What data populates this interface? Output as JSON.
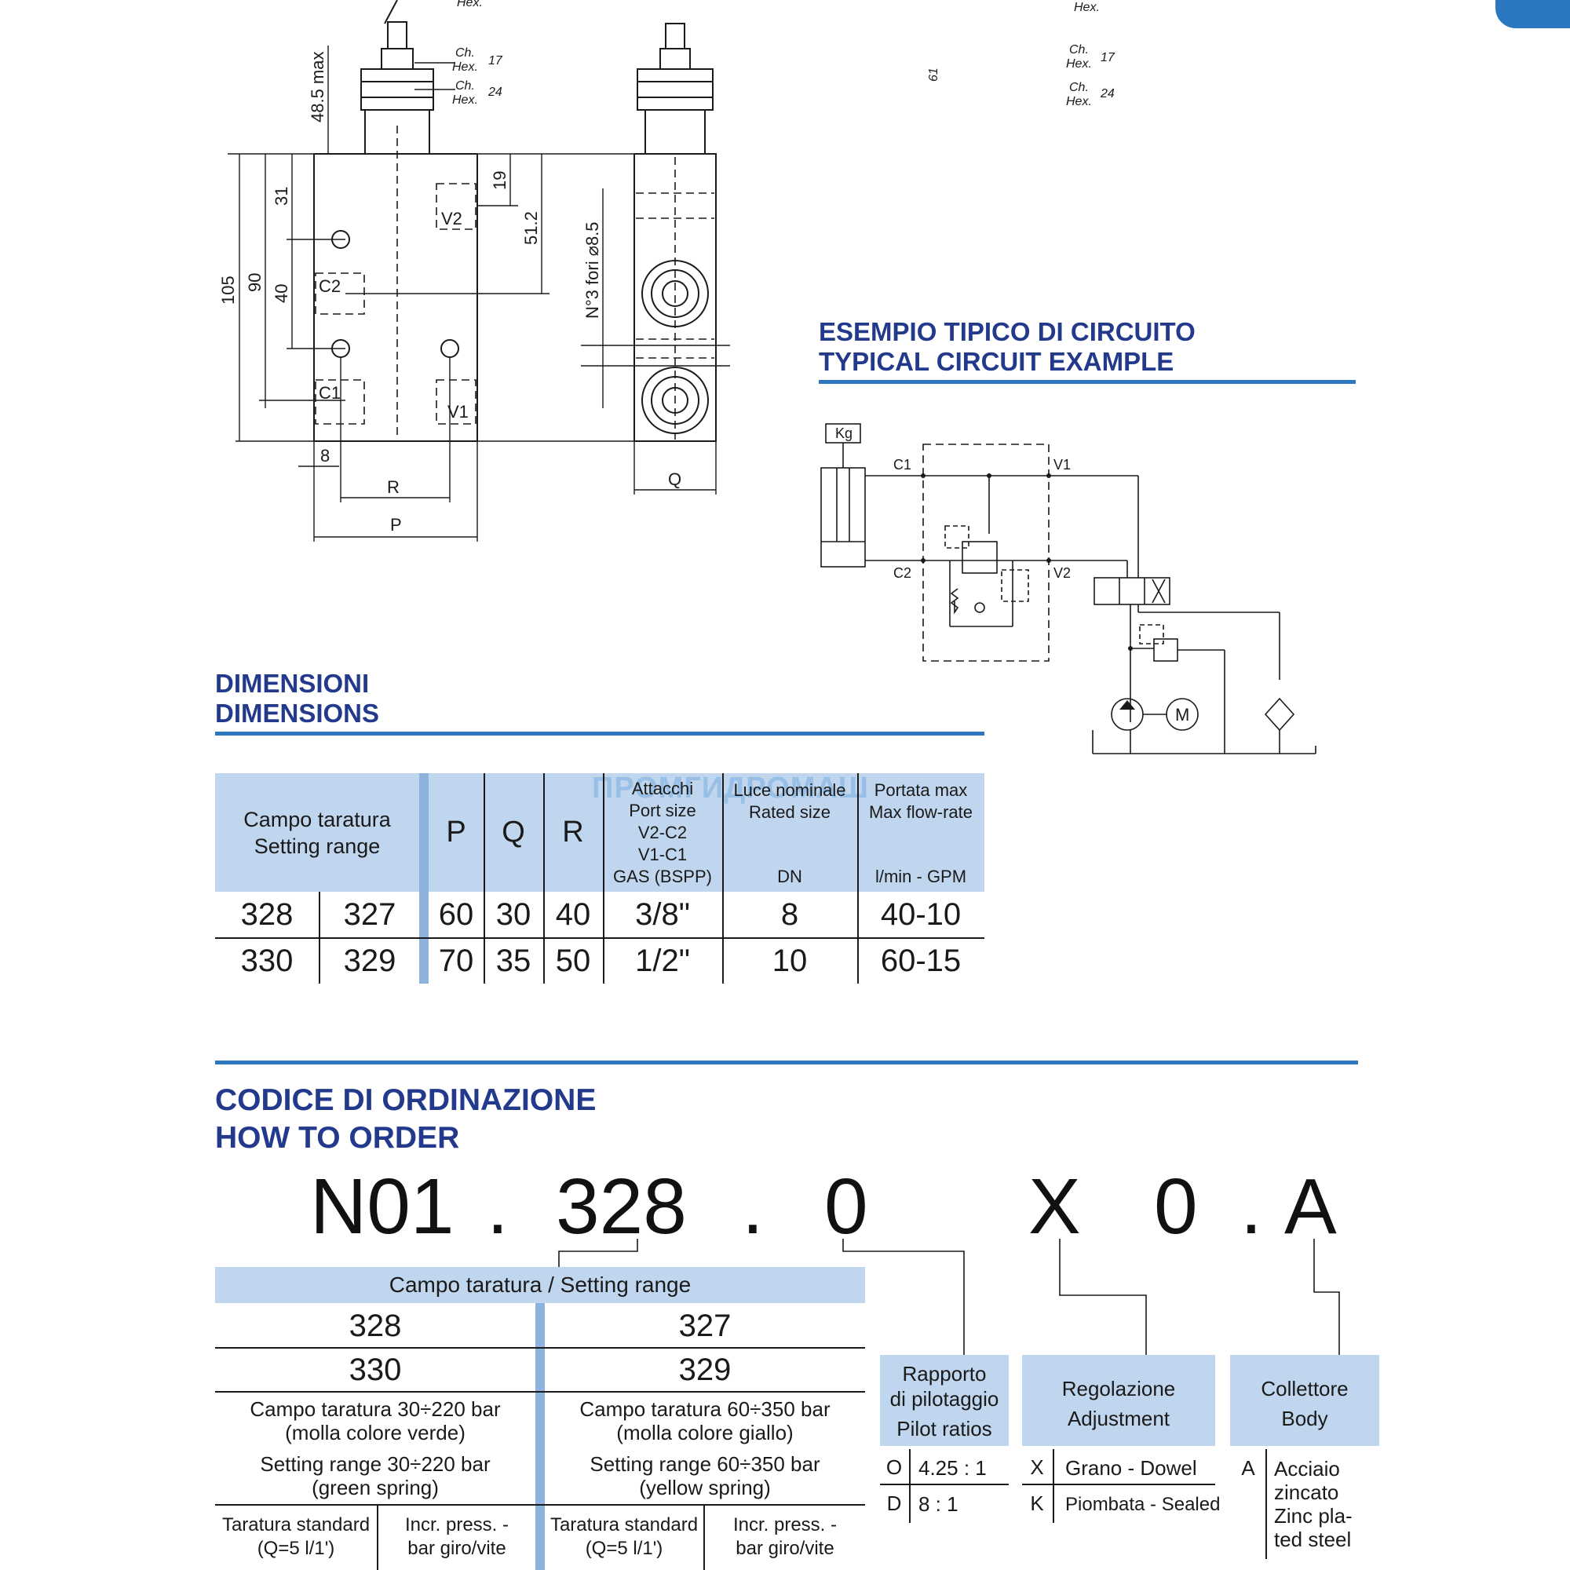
{
  "drawing": {
    "hex_label": "Hex.",
    "hex_partial": "Hex.",
    "ch_label": "Ch.",
    "hex17": "17",
    "hex24": "24",
    "max_height": "48.5 max",
    "dim_105": "105",
    "dim_90": "90",
    "dim_31": "31",
    "dim_40": "40",
    "dim_19": "19",
    "dim_51_2": "51.2",
    "holes": "N°3 fori ⌀8.5",
    "dim_8": "8",
    "dim_R": "R",
    "dim_P": "P",
    "dim_Q": "Q",
    "dim_61": "61",
    "ports": {
      "v2": "V2",
      "c2": "C2",
      "c1": "C1",
      "v1": "V1"
    }
  },
  "circuit": {
    "title_it": "ESEMPIO TIPICO DI CIRCUITO",
    "title_en": "TYPICAL CIRCUIT EXAMPLE",
    "kg": "Kg",
    "c1": "C1",
    "c2": "C2",
    "v1": "V1",
    "v2": "V2",
    "motor": "M"
  },
  "dimensions": {
    "title_it": "DIMENSIONI",
    "title_en": "DIMENSIONS",
    "watermark": "ПРОМГИДРОМАШ",
    "headers": {
      "range_it": "Campo taratura",
      "range_en": "Setting range",
      "p": "P",
      "q": "Q",
      "r": "R",
      "port_it": "Attacchi",
      "port_en": "Port size",
      "port_v2c2": "V2-C2",
      "port_v1c1": "V1-C1",
      "port_gas": "GAS (BSPP)",
      "size_it": "Luce nominale",
      "size_en": "Rated size",
      "size_unit": "DN",
      "flow_it": "Portata max",
      "flow_en": "Max flow-rate",
      "flow_unit": "l/min - GPM"
    },
    "rows": [
      {
        "a": "328",
        "b": "327",
        "p": "60",
        "q": "30",
        "r": "40",
        "port": "3/8\"",
        "dn": "8",
        "flow": "40-10"
      },
      {
        "a": "330",
        "b": "329",
        "p": "70",
        "q": "35",
        "r": "50",
        "port": "1/2\"",
        "dn": "10",
        "flow": "60-15"
      }
    ]
  },
  "order": {
    "title_it": "CODICE DI ORDINAZIONE",
    "title_en": "HOW TO ORDER",
    "code": {
      "p1": "N01",
      "d1": ".",
      "p2": "328",
      "d2": ".",
      "p3": "0",
      "p4": "X",
      "p5": "0",
      "d3": ".",
      "p6": "A"
    },
    "setting_header": "Campo taratura / Setting range",
    "left": {
      "code1": "328",
      "code2": "330",
      "desc_it": "Campo taratura 30÷220 bar",
      "desc_it2": "(molla colore verde)",
      "desc_en": "Setting range 30÷220 bar",
      "desc_en2": "(green spring)",
      "std": "Taratura standard",
      "std2": "(Q=5 l/1')",
      "incr": "Incr. press. -",
      "incr2": "bar giro/vite"
    },
    "right": {
      "code1": "327",
      "code2": "329",
      "desc_it": "Campo taratura 60÷350 bar",
      "desc_it2": "(molla colore giallo)",
      "desc_en": "Setting range 60÷350 bar",
      "desc_en2": "(yellow spring)",
      "std": "Taratura standard",
      "std2": "(Q=5 l/1')",
      "incr": "Incr. press. -",
      "incr2": "bar giro/vite"
    },
    "pilot": {
      "h1": "Rapporto",
      "h2": "di pilotaggio",
      "h3": "Pilot ratios",
      "rows": [
        {
          "k": "O",
          "v": "4.25 : 1"
        },
        {
          "k": "D",
          "v": "8 : 1"
        }
      ]
    },
    "adjust": {
      "h1": "Regolazione",
      "h2": "Adjustment",
      "rows": [
        {
          "k": "X",
          "v": "Grano - Dowel"
        },
        {
          "k": "K",
          "v": "Piombata - Sealed"
        }
      ]
    },
    "body": {
      "h1": "Collettore",
      "h2": "Body",
      "k": "A",
      "v1": "Acciaio",
      "v2": "zincato",
      "v3": "Zinc pla-",
      "v4": "ted steel"
    }
  },
  "colors": {
    "navy": "#233a8c",
    "blue_rule": "#2b77c0",
    "header_fill": "#bfd6ee"
  }
}
